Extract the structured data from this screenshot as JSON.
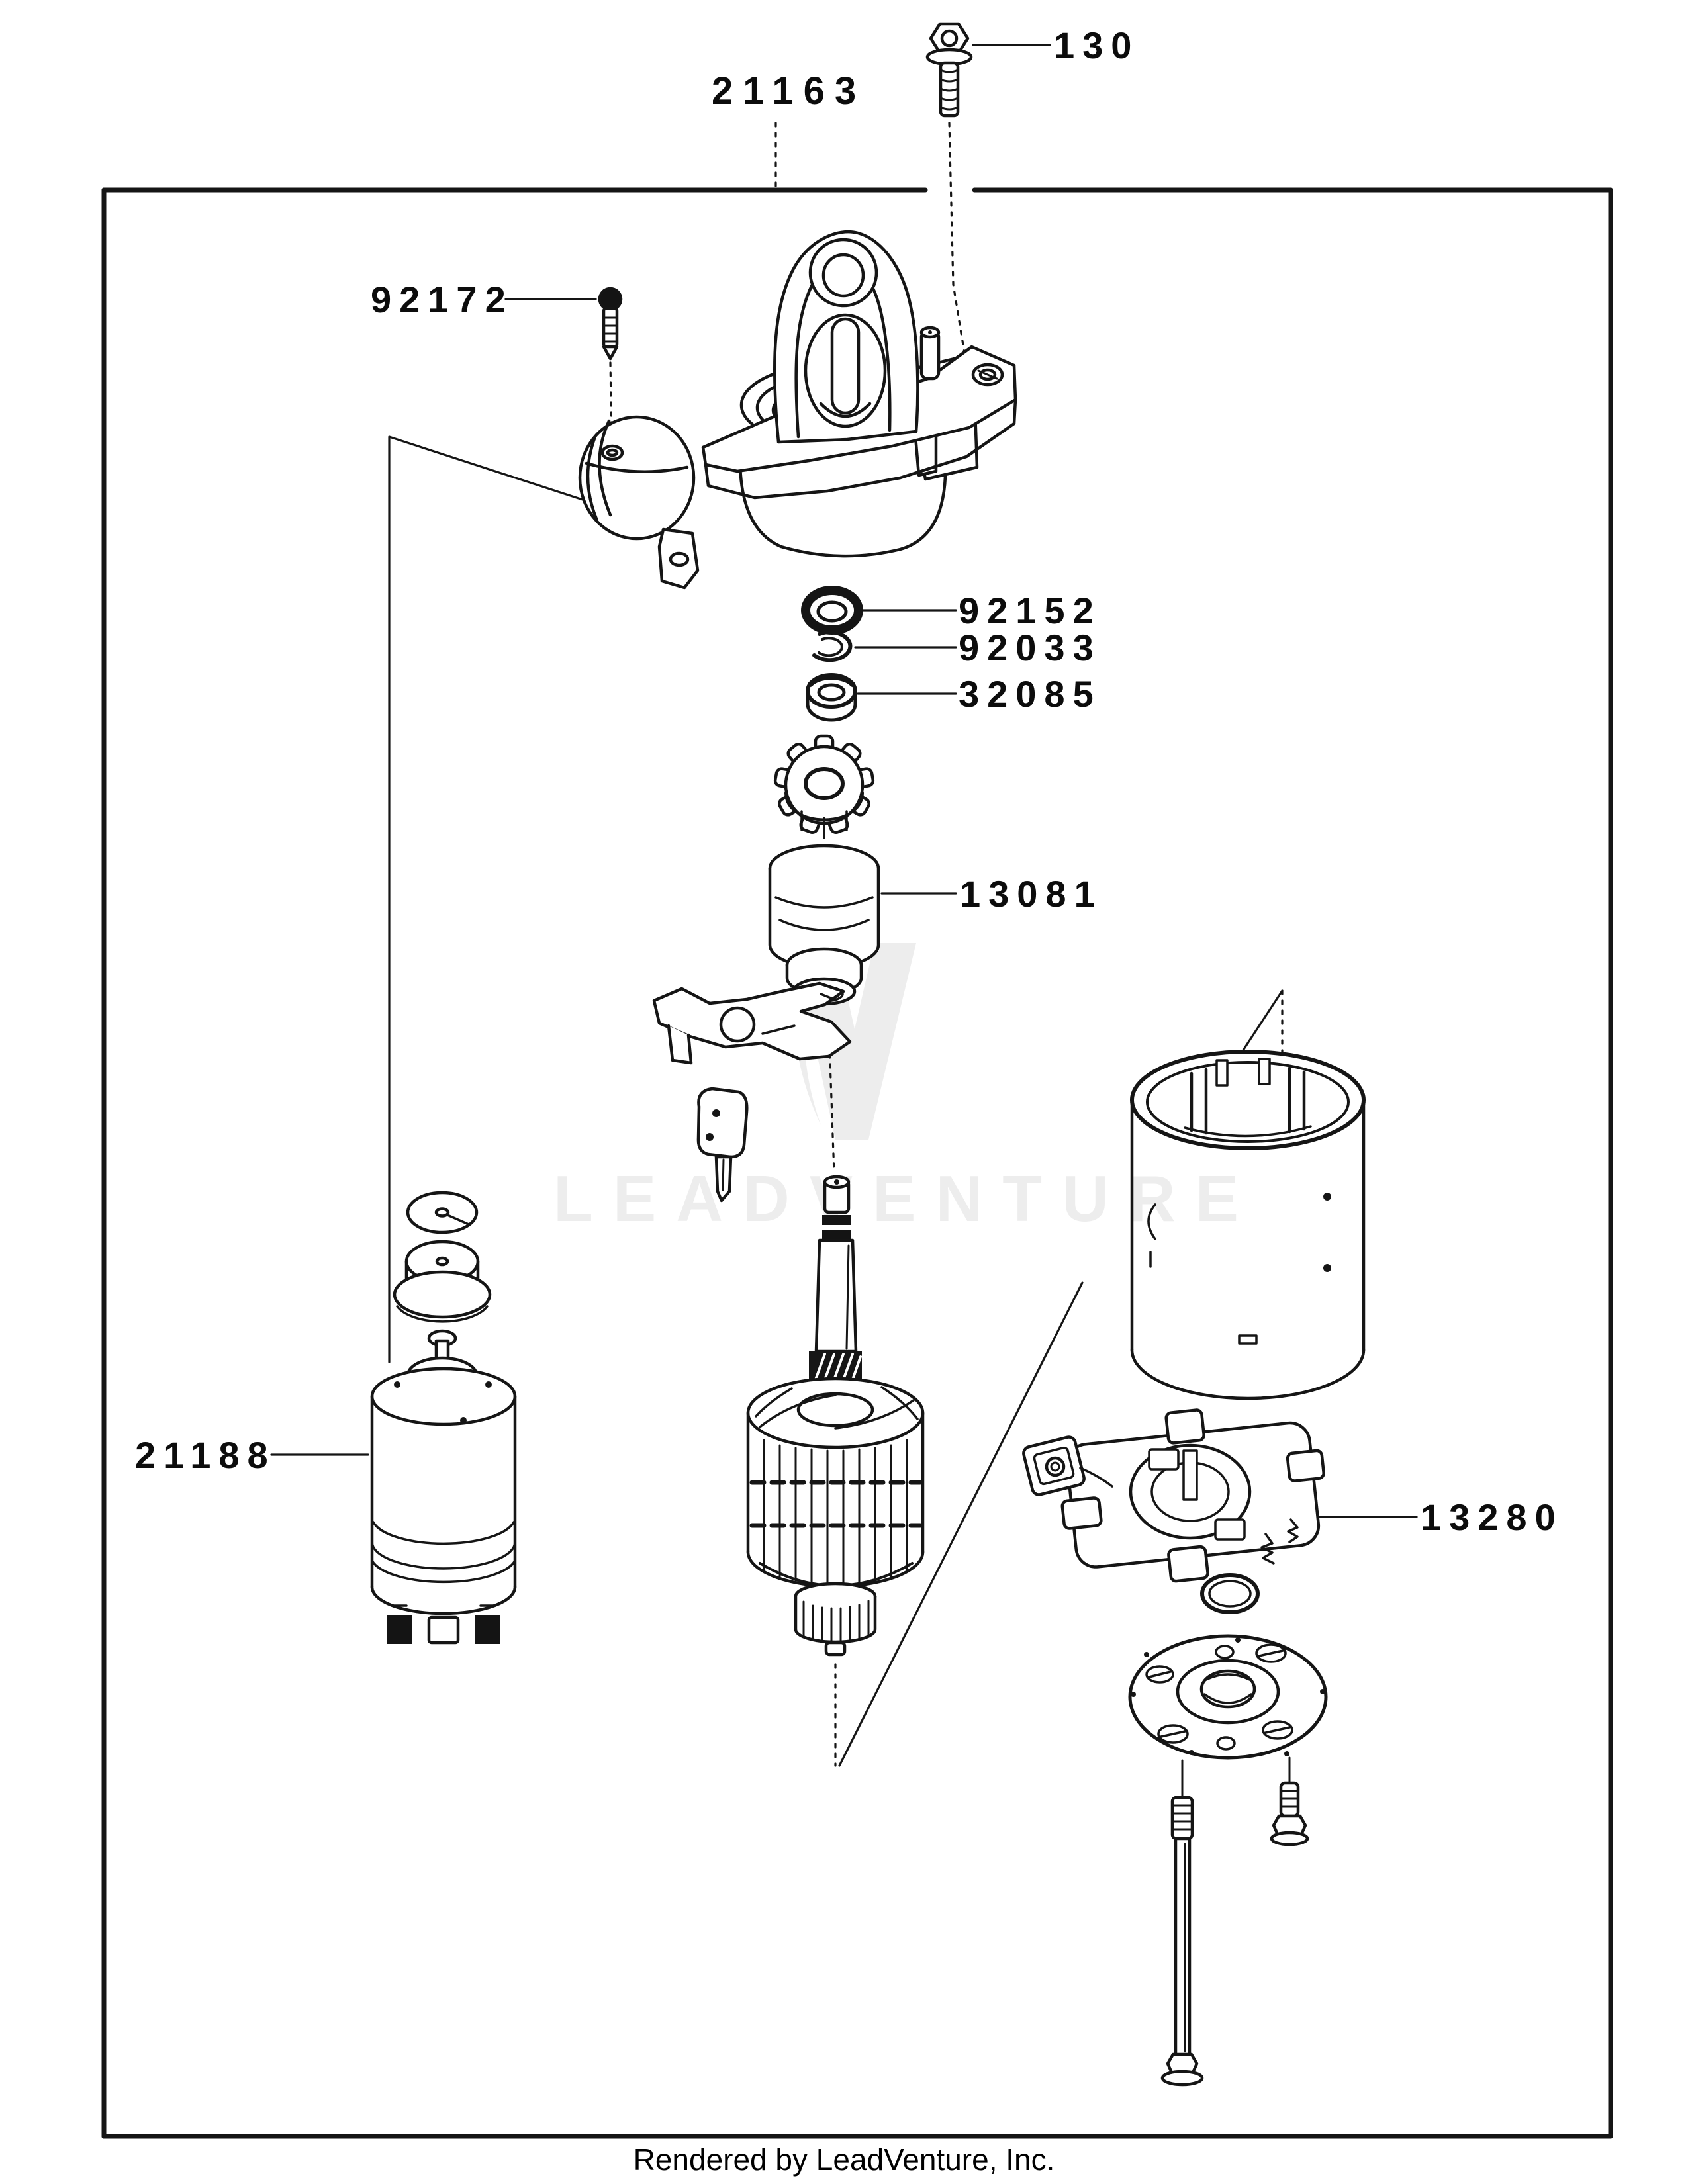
{
  "watermark": {
    "text": "LEADVENTURE"
  },
  "footer": {
    "text": "Rendered by LeadVenture, Inc."
  },
  "parts": {
    "assembly": "21163",
    "mount_bolt": "130",
    "solenoid_screw": "92172",
    "collar_ring": "92152",
    "snap_ring": "92033",
    "stopper_collar": "32085",
    "pinion_clutch": "13081",
    "solenoid": "21188",
    "brush_holder": "13280"
  }
}
